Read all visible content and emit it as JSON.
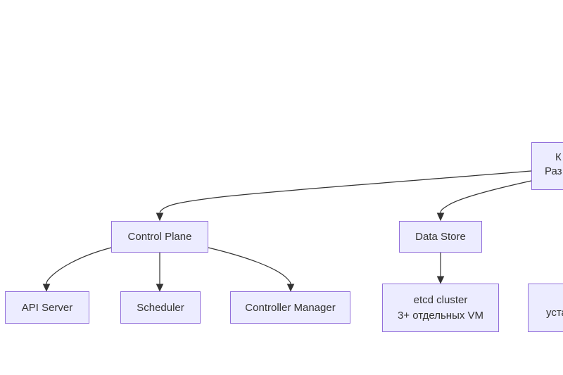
{
  "diagram": {
    "type": "flowchart",
    "colors": {
      "node_fill": "#ECECFF",
      "node_border": "#9370DB",
      "edge_color": "#333333",
      "text_color": "#333333",
      "background": "#ffffff"
    },
    "nodes": {
      "cluster": {
        "line1": "К",
        "line2": "Раз",
        "clipped_by_right_edge": true
      },
      "control_plane": {
        "label": "Control Plane"
      },
      "data_store": {
        "label": "Data Store"
      },
      "api_server": {
        "label": "API Server"
      },
      "scheduler": {
        "label": "Scheduler"
      },
      "controller_manager": {
        "label": "Controller Manager"
      },
      "etcd_cluster": {
        "line1": "etcd cluster",
        "line2": "3+ отдельных VM"
      },
      "install": {
        "label": "уста",
        "clipped_by_right_edge": true
      }
    },
    "edges": [
      {
        "from": "cluster",
        "to": "control_plane"
      },
      {
        "from": "cluster",
        "to": "data_store"
      },
      {
        "from": "control_plane",
        "to": "api_server"
      },
      {
        "from": "control_plane",
        "to": "scheduler"
      },
      {
        "from": "control_plane",
        "to": "controller_manager"
      },
      {
        "from": "data_store",
        "to": "etcd_cluster"
      }
    ]
  }
}
